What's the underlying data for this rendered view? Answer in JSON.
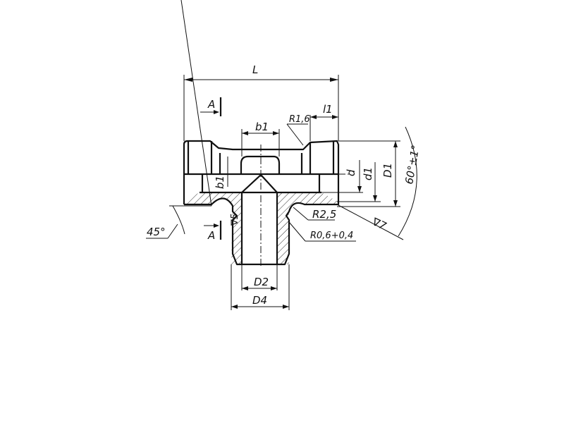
{
  "drawing": {
    "labels": {
      "L": "L",
      "section_top": "A",
      "section_bottom": "A",
      "b1_top": "b1",
      "b1_side": "b1",
      "r16": "R1,6",
      "l1": "l1",
      "d": "d",
      "d1": "d1",
      "D1": "D1",
      "angle60": "60°±1°",
      "angle45": "45°",
      "r25": "R2,5",
      "r06": "R0,6+0,4",
      "rough7": "∇7",
      "rough5": "∇5",
      "D2": "D2",
      "D4": "D4"
    }
  }
}
